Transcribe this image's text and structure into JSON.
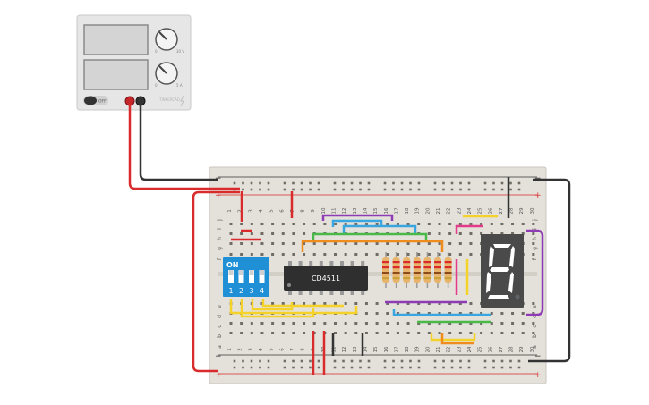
{
  "power_supply": {
    "off_label": "OFF",
    "brand": "TINKERCAD",
    "knob_voltage_top": "0",
    "knob_voltage_bottom": "30 V",
    "knob_current_top": "0",
    "knob_current_bottom": "5 A"
  },
  "breadboard": {
    "plus_label": "+",
    "minus_label": "−",
    "row_letters_top": [
      "j",
      "i",
      "h",
      "g",
      "f"
    ],
    "row_letters_bottom": [
      "e",
      "d",
      "c",
      "b",
      "a"
    ],
    "column_numbers": [
      "1",
      "2",
      "3",
      "4",
      "5",
      "6",
      "7",
      "8",
      "9",
      "10",
      "11",
      "12",
      "13",
      "14",
      "15",
      "16",
      "17",
      "18",
      "19",
      "20",
      "21",
      "22",
      "23",
      "24",
      "25",
      "26",
      "27",
      "28",
      "29",
      "30"
    ]
  },
  "dip_switch": {
    "on_label": "ON",
    "numbers": [
      "1",
      "2",
      "3",
      "4"
    ]
  },
  "ic": {
    "label": "CD4511"
  },
  "seven_segment": {
    "digit_shown": "8",
    "lit_color": "#ffffff",
    "off_color": "#5f6368"
  },
  "colors": {
    "wire_red": "#d92b2b",
    "wire_black": "#333333",
    "wire_yellow": "#f5d22a",
    "wire_purple": "#8e3bb5",
    "wire_blue": "#3aa6e0",
    "wire_green": "#49b948",
    "wire_orange": "#f08c1e",
    "wire_pink": "#e23b8a",
    "switch_blue": "#1f8fd6"
  }
}
